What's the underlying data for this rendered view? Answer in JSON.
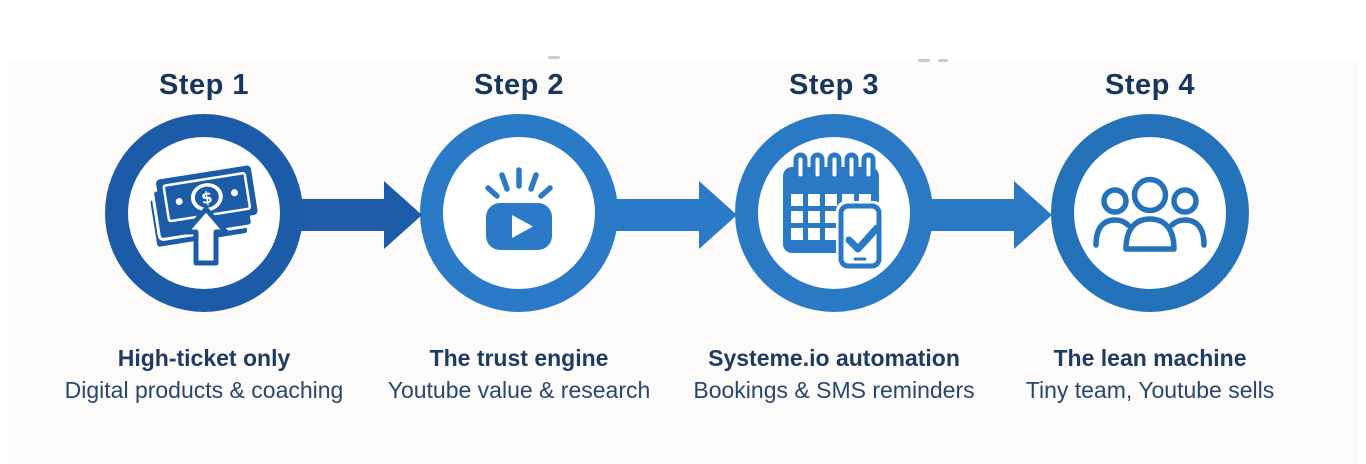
{
  "colors": {
    "title_navy": "#16365e",
    "caption_bold": "#1e3b64",
    "caption_regular": "#27476f",
    "panel_bg": "#fcfbf9",
    "step1_accent": "#1c5ba7",
    "step2_accent": "#2b7ac8",
    "step3_accent": "#2979c5",
    "step4_accent": "#2472ba",
    "arrow1": "#1d5da8",
    "arrow2": "#2b7ac8",
    "arrow3": "#2979c5"
  },
  "steps": [
    {
      "label": "Step 1",
      "icon": "money-stack-icon",
      "title": "High-ticket only",
      "subtitle": "Digital products & coaching",
      "accent": "#1c5ba7"
    },
    {
      "label": "Step 2",
      "icon": "youtube-play-icon",
      "title": "The trust engine",
      "subtitle": "Youtube value & research",
      "accent": "#2b7ac8"
    },
    {
      "label": "Step 3",
      "icon": "calendar-phone-icon",
      "title": "Systeme.io automation",
      "subtitle": "Bookings & SMS reminders",
      "accent": "#2979c5"
    },
    {
      "label": "Step 4",
      "icon": "team-icon",
      "title": "The lean machine",
      "subtitle": "Tiny team, Youtube sells",
      "accent": "#2472ba"
    }
  ],
  "arrows": [
    {
      "color": "#1d5da8"
    },
    {
      "color": "#2b7ac8"
    },
    {
      "color": "#2979c5"
    }
  ]
}
